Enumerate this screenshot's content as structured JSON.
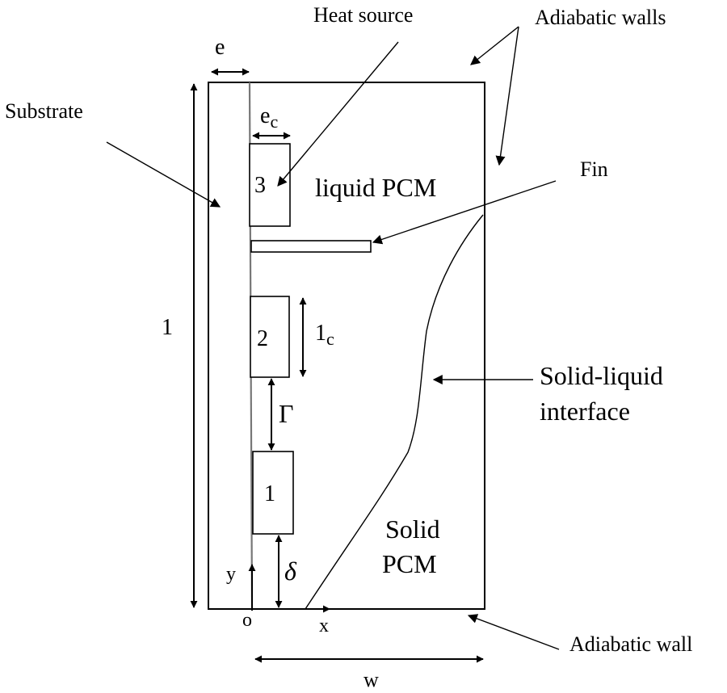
{
  "labels": {
    "heat_source": "Heat source",
    "adiabatic_walls": "Adiabatic walls",
    "adiabatic_wall": "Adiabatic wall",
    "substrate": "Substrate",
    "fin": "Fin",
    "liquid_pcm": "liquid PCM",
    "interface_line1": "Solid-liquid",
    "interface_line2": "interface",
    "solid_line1": "Solid",
    "solid_line2": "PCM",
    "dim_e": "e",
    "dim_ec_base": "e",
    "dim_ec_sub": "c",
    "dim_height": "1",
    "dim_lc_base": "1",
    "dim_lc_sub": "c",
    "dim_gamma": "Γ",
    "dim_delta": "δ",
    "dim_w": "w",
    "axis_y": "y",
    "axis_x": "x",
    "origin": "o",
    "source_1": "1",
    "source_2": "2",
    "source_3": "3"
  }
}
